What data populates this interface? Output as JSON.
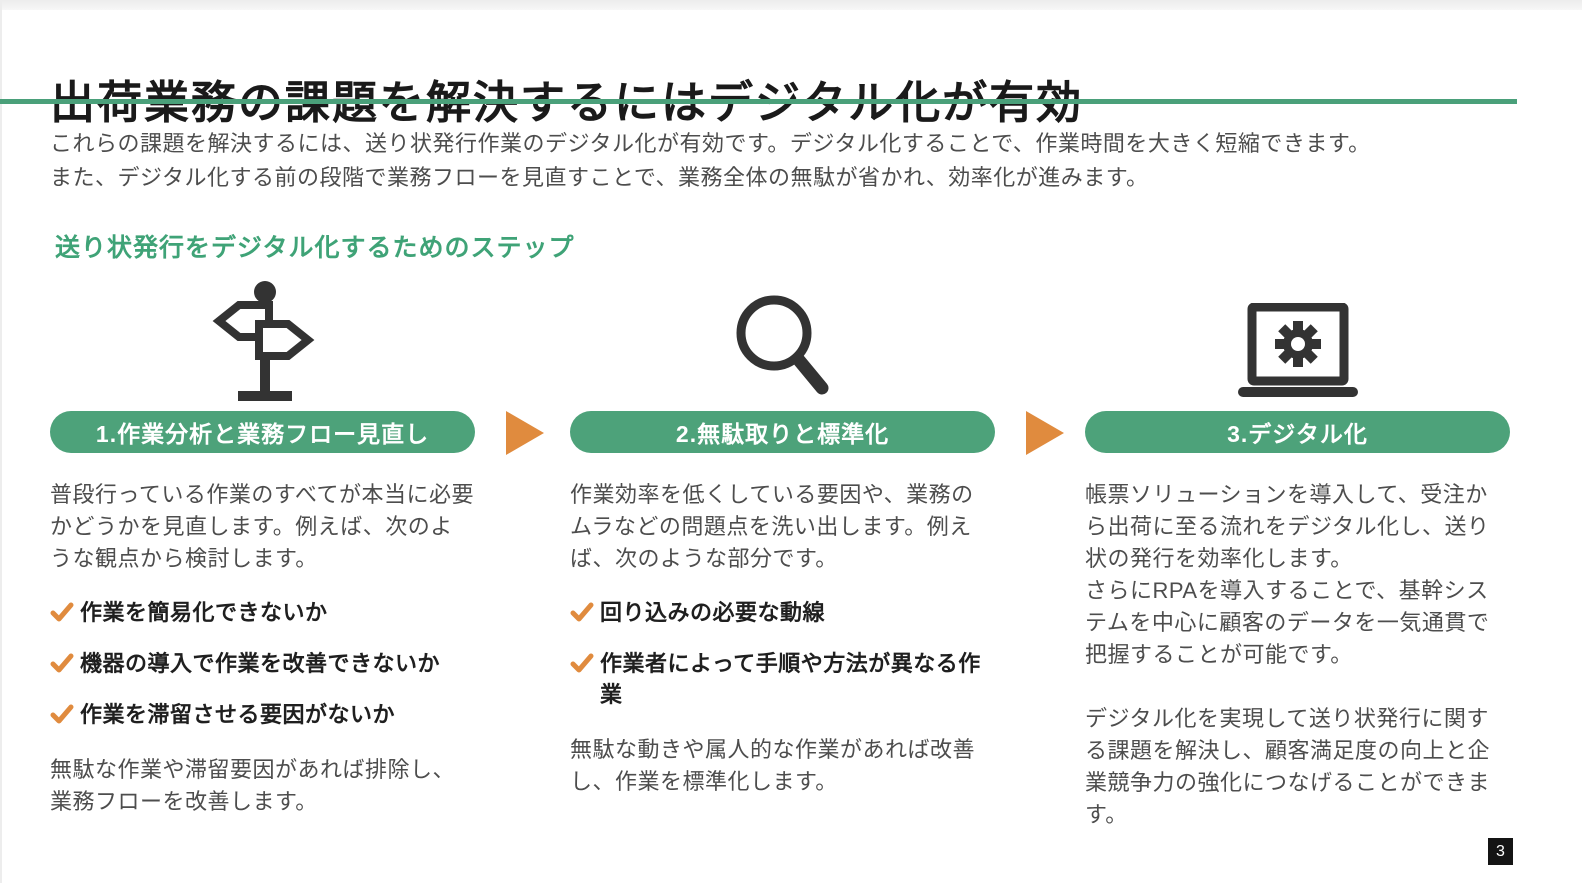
{
  "page": {
    "title": "出荷業務の課題を解決するにはデジタル化が有効",
    "intro_line1": "これらの課題を解決するには、送り状発行作業のデジタル化が有効です。デジタル化することで、作業時間を大きく短縮できます。",
    "intro_line2": "また、デジタル化する前の段階で業務フローを見直すことで、業務全体の無駄が省かれ、効率化が進みます。",
    "section_heading": "送り状発行をデジタル化するためのステップ",
    "page_number": "3"
  },
  "steps": [
    {
      "icon": "signpost-icon",
      "label": "1.作業分析と業務フロー見直し",
      "intro": "普段行っている作業のすべてが本当に必要かどうかを見直します。例えば、次のような観点から検討します。",
      "bullets": [
        "作業を簡易化できないか",
        "機器の導入で作業を改善できないか",
        "作業を滞留させる要因がないか"
      ],
      "footer": "無駄な作業や滞留要因があれば排除し、業務フローを改善します。"
    },
    {
      "icon": "magnifier-icon",
      "label": "2.無駄取りと標準化",
      "intro": "作業効率を低くしている要因や、業務のムラなどの問題点を洗い出します。例えば、次のような部分です。",
      "bullets": [
        "回り込みの必要な動線",
        "作業者によって手順や方法が異なる作業"
      ],
      "footer": "無駄な動きや属人的な作業があれば改善し、作業を標準化します。"
    },
    {
      "icon": "laptop-gear-icon",
      "label": "3.デジタル化",
      "paragraphs": [
        "帳票ソリューションを導入して、受注から出荷に至る流れをデジタル化し、送り状の発行を効率化します。",
        "さらにRPAを導入することで、基幹システムを中心に顧客のデータを一気通貫で把握することが可能です。",
        "デジタル化を実現して送り状発行に関する課題を解決し、顧客満足度の向上と企業競争力の強化につなげることができます。"
      ]
    }
  ],
  "colors": {
    "accent_green": "#4da27a",
    "heading_green": "#3fa377",
    "accent_orange": "#e08b3e",
    "title_text": "#1a1a1a",
    "body_text": "#4d4d4d",
    "icon_dark": "#333333",
    "page_number_bg": "#141414"
  }
}
